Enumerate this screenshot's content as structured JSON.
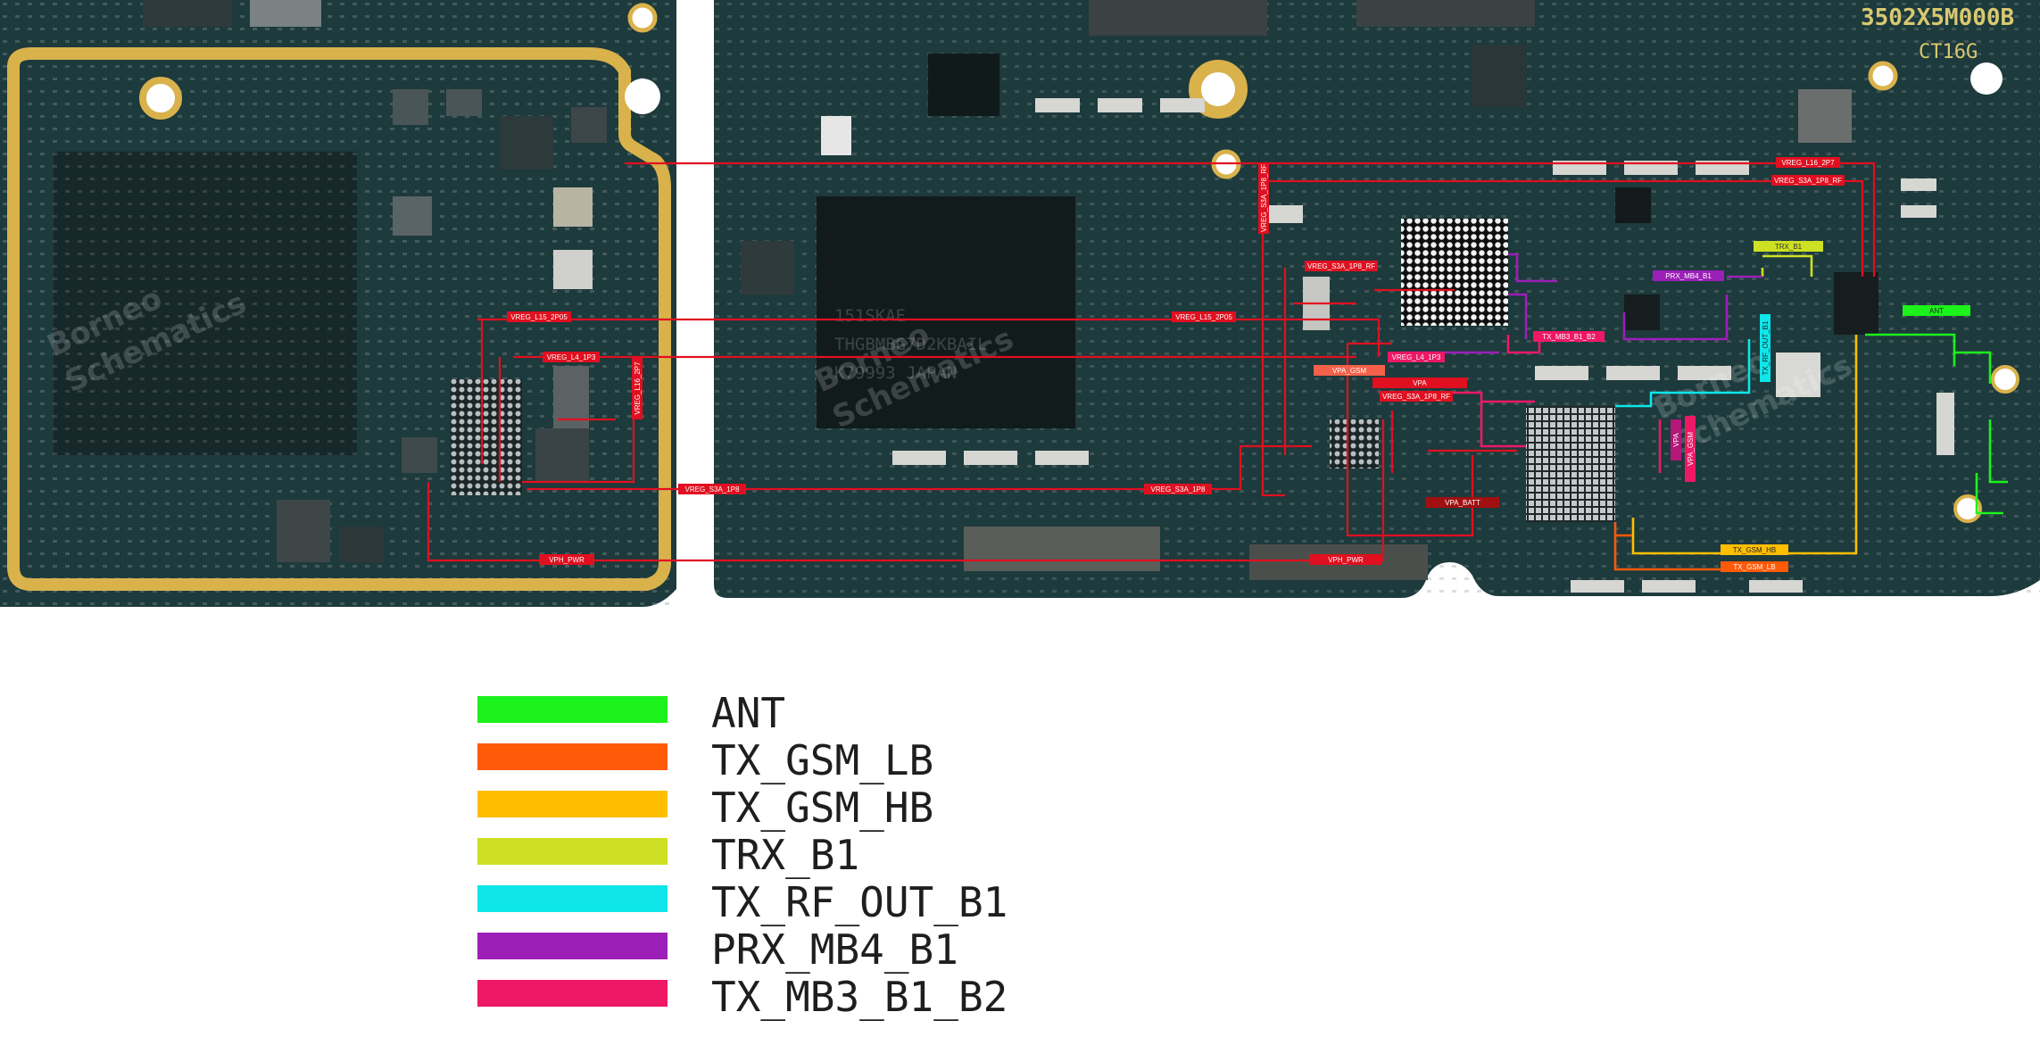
{
  "board": {
    "silkscreen_code": "3502X5M000B",
    "silkscreen_sub": "CT16G",
    "chip_marking": [
      "151SKAE",
      "THGBMBG7D2KBAIL",
      "K79993 JAPAN"
    ],
    "watermark_lines": [
      "Borneo",
      "Schematics"
    ],
    "colors": {
      "pcb": "#1d3a3c",
      "pcb_dark": "#142a2c",
      "gold_frame": "#d9b24c",
      "supply_net": "#e01020"
    }
  },
  "net_labels": {
    "vreg_l16_2p7_a": "VREG_L16_2P7",
    "vreg_s3a_1p8_rf_a": "VREG_S3A_1P8_RF",
    "vreg_s3a_1p8_rf_b": "VREG_S3A_1P8_RF",
    "vreg_s3a_1p8_rf_c": "VREG_S3A_1P8_RF",
    "vreg_s3a_1p8_rf_v": "VREG_S3A_1P8_RF",
    "vreg_l15_2p05_a": "VREG_L15_2P05",
    "vreg_l15_2p05_b": "VREG_L15_2P05",
    "vreg_l4_1p3_a": "VREG_L4_1P3",
    "vreg_l4_1p3_b": "VREG_L4_1P3",
    "vreg_l16_2p7_v": "VREG_L16_2P7",
    "vreg_s3a_1p8_a": "VREG_S3A_1P8",
    "vreg_s3a_1p8_b": "VREG_S3A_1P8",
    "vph_pwr_a": "VPH_PWR",
    "vph_pwr_b": "VPH_PWR",
    "vpa_gsm": "VPA_GSM",
    "vpa": "VPA",
    "vpa_batt": "VPA_BATT",
    "vpa_v": "VPA",
    "vpa_gsm_v": "VPA_GSM",
    "trx_b1": "TRX_B1",
    "prx_mb4_b1": "PRX_MB4_B1",
    "tx_mb3_b1_b2": "TX_MB3_B1_B2",
    "tx_rf_out_b1": "TX_RF_OUT_B1",
    "ant": "ANT",
    "tx_gsm_hb": "TX_GSM_HB",
    "tx_gsm_lb": "TX_GSM_LB"
  },
  "legend": [
    {
      "label": "ANT",
      "color": "#1cf21c"
    },
    {
      "label": "TX_GSM_LB",
      "color": "#ff5a08"
    },
    {
      "label": "TX_GSM_HB",
      "color": "#ffbf00"
    },
    {
      "label": "TRX_B1",
      "color": "#cde024"
    },
    {
      "label": "TX_RF_OUT_B1",
      "color": "#0ee6ea"
    },
    {
      "label": "PRX_MB4_B1",
      "color": "#9c1fb8"
    },
    {
      "label": "TX_MB3_B1_B2",
      "color": "#ee1866"
    }
  ]
}
